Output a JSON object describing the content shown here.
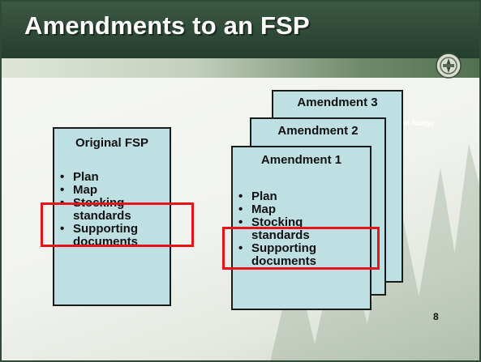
{
  "slide": {
    "title": "Amendments to an FSP",
    "ministry": "Ministry of Forests and Range",
    "page_number": "8"
  },
  "original": {
    "title": "Original FSP",
    "items": [
      "Plan",
      "Map",
      "Stocking standards",
      "Supporting documents"
    ]
  },
  "amendments": [
    {
      "title": "Amendment 3"
    },
    {
      "title": "Amendment 2"
    },
    {
      "title": "Amendment 1",
      "items": [
        "Plan",
        "Map",
        "Stocking standards",
        "Supporting documents"
      ]
    }
  ],
  "colors": {
    "card_fill": "#bfe0e3",
    "highlight": "#e8121b",
    "header": "#2f4a38"
  }
}
